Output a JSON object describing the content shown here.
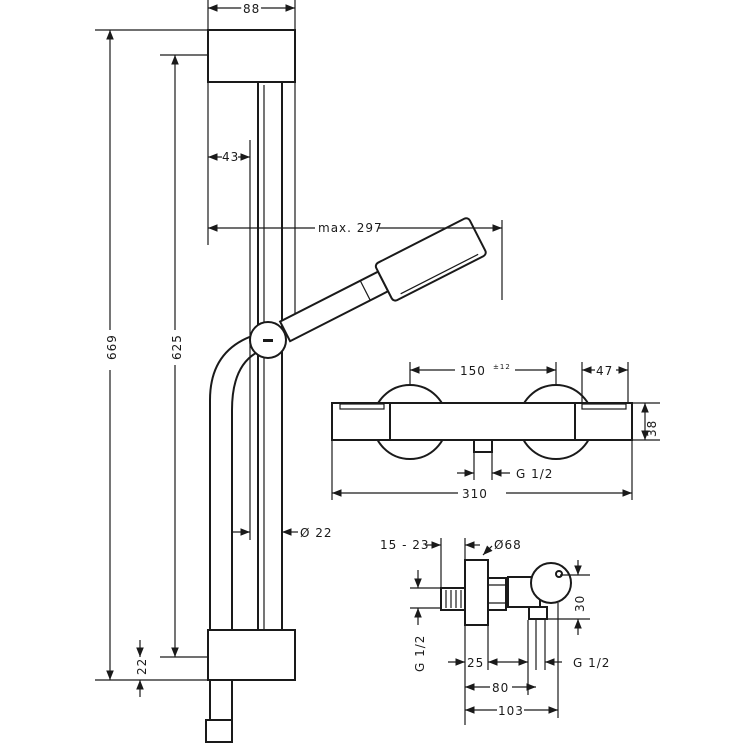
{
  "dimensions": {
    "rail_width": "88",
    "rail_offset": "43",
    "max_reach": "max. 297",
    "total_height": "669",
    "rail_length": "625",
    "bottom_offset": "22",
    "rail_diameter": "Ø 22",
    "center_distance": "150",
    "center_tolerance": "±12",
    "end_width": "47",
    "body_height": "38",
    "outlet_thread": "G 1/2",
    "body_length": "310",
    "wall_depth": "15 - 23",
    "rosette_diameter": "Ø68",
    "inlet_thread": "G 1/2",
    "d25": "25",
    "d80": "80",
    "d103": "103",
    "d30": "30",
    "side_thread": "G 1/2"
  }
}
